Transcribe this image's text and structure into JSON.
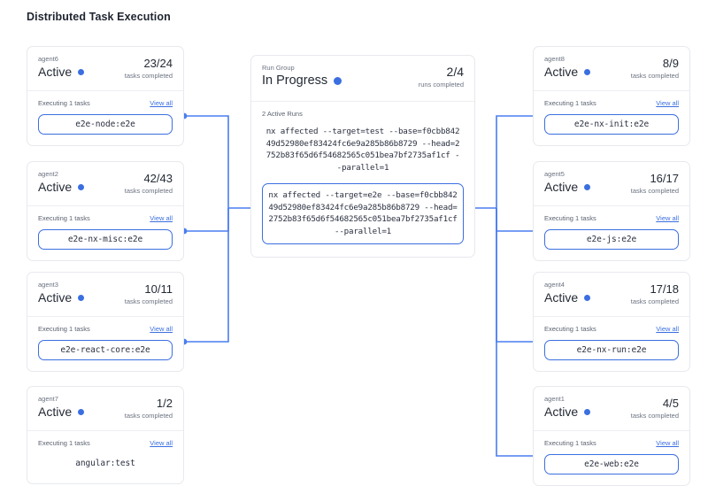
{
  "page": {
    "title": "Distributed Task Execution"
  },
  "theme": {
    "accent": "#3b6fe0",
    "connector": "#4a7df0",
    "card_border": "#e7e9ee",
    "muted_text": "#6b7280"
  },
  "labels": {
    "executing": "Executing 1 tasks",
    "view_all": "View all",
    "tasks_completed": "tasks completed",
    "runs_completed": "runs completed",
    "active_runs": "2 Active Runs"
  },
  "run_group": {
    "kind": "Run Group",
    "status": "In Progress",
    "count": "2/4",
    "count_label": "runs completed",
    "active_runs_label": "2 Active Runs",
    "commands": [
      {
        "text": "nx affected --target=test --base=f0cbb84249d52980ef83424fc6e9a285b86b8729 --head=2752b83f65d6f54682565c051bea7bf2735af1cf --parallel=1",
        "boxed": false
      },
      {
        "text": "nx affected --target=e2e --base=f0cbb84249d52980ef83424fc6e9a285b86b8729 --head=2752b83f65d6f54682565c051bea7bf2735af1cf --parallel=1",
        "boxed": true
      }
    ]
  },
  "left_agents": [
    {
      "name": "agent6",
      "status": "Active",
      "count": "23/24",
      "count_label": "tasks completed",
      "executing": "Executing 1 tasks",
      "view_all": "View all",
      "task": "e2e-node:e2e",
      "boxed": true
    },
    {
      "name": "agent2",
      "status": "Active",
      "count": "42/43",
      "count_label": "tasks completed",
      "executing": "Executing 1 tasks",
      "view_all": "View all",
      "task": "e2e-nx-misc:e2e",
      "boxed": true
    },
    {
      "name": "agent3",
      "status": "Active",
      "count": "10/11",
      "count_label": "tasks completed",
      "executing": "Executing 1 tasks",
      "view_all": "View all",
      "task": "e2e-react-core:e2e",
      "boxed": true
    },
    {
      "name": "agent7",
      "status": "Active",
      "count": "1/2",
      "count_label": "tasks completed",
      "executing": "Executing 1 tasks",
      "view_all": "View all",
      "task": "angular:test",
      "boxed": false
    }
  ],
  "right_agents": [
    {
      "name": "agent8",
      "status": "Active",
      "count": "8/9",
      "count_label": "tasks completed",
      "executing": "Executing 1 tasks",
      "view_all": "View all",
      "task": "e2e-nx-init:e2e",
      "boxed": true
    },
    {
      "name": "agent5",
      "status": "Active",
      "count": "16/17",
      "count_label": "tasks completed",
      "executing": "Executing 1 tasks",
      "view_all": "View all",
      "task": "e2e-js:e2e",
      "boxed": true
    },
    {
      "name": "agent4",
      "status": "Active",
      "count": "17/18",
      "count_label": "tasks completed",
      "executing": "Executing 1 tasks",
      "view_all": "View all",
      "task": "e2e-nx-run:e2e",
      "boxed": true
    },
    {
      "name": "agent1",
      "status": "Active",
      "count": "4/5",
      "count_label": "tasks completed",
      "executing": "Executing 1 tasks",
      "view_all": "View all",
      "task": "e2e-web:e2e",
      "boxed": true
    }
  ]
}
